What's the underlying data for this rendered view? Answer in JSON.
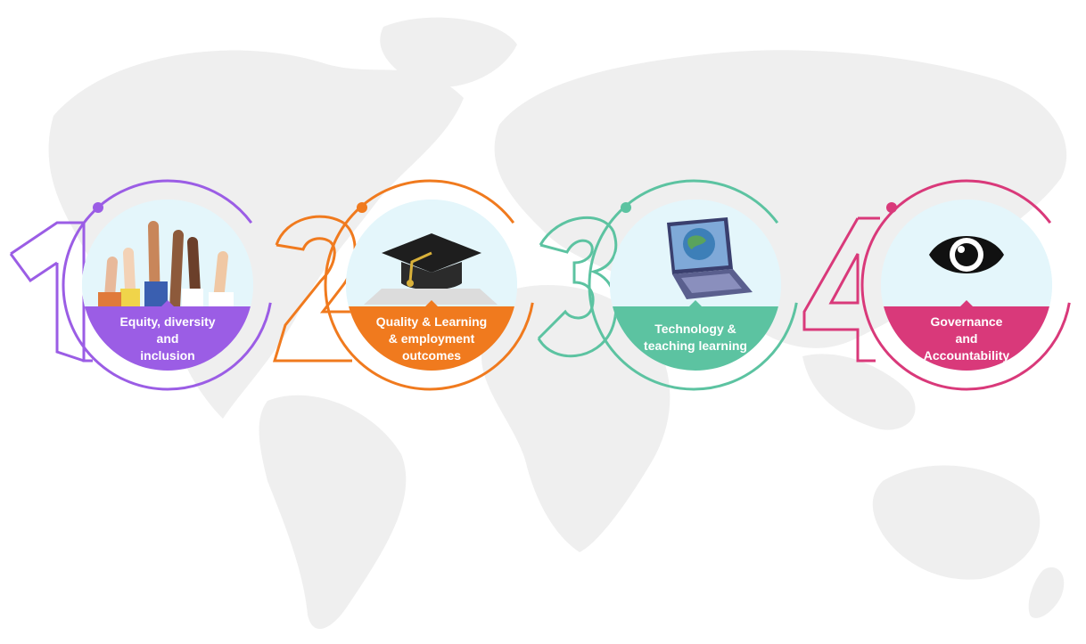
{
  "colors": {
    "purple": "#9b5de5",
    "orange": "#f07a1e",
    "teal": "#5cc3a1",
    "pink": "#d9397a",
    "map": "#efefef",
    "sky": "#e4f6fb"
  },
  "pillars": [
    {
      "number": "1",
      "label": "Equity, diversity\nand\ninclusion",
      "icon": "raised-hands-icon"
    },
    {
      "number": "2",
      "label": "Quality & Learning\n& employment\noutcomes",
      "icon": "graduation-cap-icon"
    },
    {
      "number": "3",
      "label": "Technology &\nteaching learning",
      "icon": "laptop-globe-icon"
    },
    {
      "number": "4",
      "label": "Governance\nand\nAccountability",
      "icon": "eye-icon"
    }
  ]
}
